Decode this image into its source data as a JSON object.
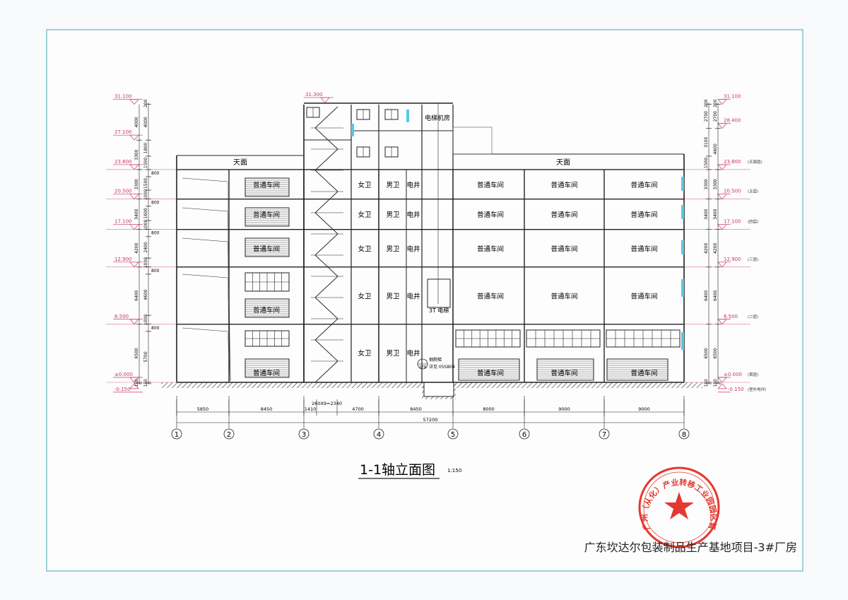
{
  "drawing": {
    "title": "1-1轴立面图",
    "scale": "1:150",
    "project_title": "广东坎达尔包装制品生产基地项目-3#厂房",
    "stamp_text": "广州（从化）产业转移工业园园区管委会",
    "roof_label": "天面",
    "elevator_room": "电梯机房",
    "elevator_label": "3T 电梯",
    "ladder_note_1": "钢爬梯",
    "ladder_note_2": "详见 05S804",
    "ladder_ref": "179",
    "colors": {
      "frame": "#3fa9b5",
      "level": "#c8385a",
      "stamp": "#e2231a",
      "glass": "#5bc6e3",
      "line": "#222222"
    }
  },
  "levels_left": [
    {
      "label": "31.100",
      "value": 31.1
    },
    {
      "label": "27.100",
      "value": 27.1
    },
    {
      "label": "23.800",
      "value": 23.8
    },
    {
      "label": "20.500",
      "value": 20.5
    },
    {
      "label": "17.100",
      "value": 17.1
    },
    {
      "label": "12.900",
      "value": 12.9
    },
    {
      "label": "6.500",
      "value": 6.5
    },
    {
      "label": "±0.000",
      "value": 0
    },
    {
      "label": "-0.150",
      "value": -0.15
    }
  ],
  "levels_right": [
    {
      "label": "31.100",
      "note": "",
      "value": 31.1
    },
    {
      "label": "28.400",
      "note": "",
      "value": 28.4
    },
    {
      "label": "23.800",
      "note": "(天面层)",
      "value": 23.8
    },
    {
      "label": "20.500",
      "note": "(五层)",
      "value": 20.5
    },
    {
      "label": "17.100",
      "note": "(四层)",
      "value": 17.1
    },
    {
      "label": "12.900",
      "note": "(三层)",
      "value": 12.9
    },
    {
      "label": "6.500",
      "note": "(二层)",
      "value": 6.5
    },
    {
      "label": "±0.000",
      "note": "(首层)",
      "value": 0
    },
    {
      "label": "-0.150",
      "note": "(室外地坪)",
      "value": -0.15
    }
  ],
  "top_level": {
    "label": "31.300",
    "value": 31.3
  },
  "dims_left_outer": [
    "150",
    "6500",
    "6400",
    "4200",
    "3400",
    "3300",
    "3300",
    "4000"
  ],
  "dims_left_inner": [
    "150",
    "5700",
    "800",
    "1000",
    "4600",
    "800",
    "1000",
    "2400",
    "800",
    "1000",
    "1600",
    "800",
    "1000",
    "1500",
    "800",
    "1500",
    "1800",
    "4000",
    "200"
  ],
  "dims_right_inner": [
    "150",
    "6500",
    "6400",
    "4200",
    "3400",
    "3300",
    "1500",
    "3100",
    "2700",
    "200"
  ],
  "dims_right_outer": [
    "150",
    "6500",
    "6400",
    "4200",
    "3400",
    "3300",
    "4600",
    "2700",
    "200"
  ],
  "dims_horizontal": [
    "5850",
    "8450",
    "1410",
    "260X9=2340",
    "4700",
    "8450",
    "8000",
    "9000",
    "9000"
  ],
  "dims_total": "57200",
  "axes": [
    "1",
    "2",
    "3",
    "4",
    "5",
    "6",
    "7",
    "8"
  ],
  "rooms": [
    {
      "label": "普通车间",
      "bay": [
        2,
        3
      ],
      "floor": 5
    },
    {
      "label": "普通车间",
      "bay": [
        2,
        3
      ],
      "floor": 4
    },
    {
      "label": "普通车间",
      "bay": [
        2,
        3
      ],
      "floor": 3
    },
    {
      "label": "普通车间",
      "bay": [
        2,
        3
      ],
      "floor": 2
    },
    {
      "label": "普通车间",
      "bay": [
        2,
        3
      ],
      "floor": 1
    },
    {
      "label": "女卫",
      "bay": [
        3.95,
        4.5
      ],
      "floor": 5
    },
    {
      "label": "男卫",
      "bay": [
        4.3,
        4.7
      ],
      "floor": 5
    },
    {
      "label": "电井",
      "bay": [
        4.55,
        4.9
      ],
      "floor": 5
    },
    {
      "label": "女卫",
      "bay": [
        3.95,
        4.5
      ],
      "floor": 4
    },
    {
      "label": "男卫",
      "bay": [
        4.3,
        4.7
      ],
      "floor": 4
    },
    {
      "label": "电井",
      "bay": [
        4.55,
        4.9
      ],
      "floor": 4
    },
    {
      "label": "女卫",
      "bay": [
        3.95,
        4.5
      ],
      "floor": 3
    },
    {
      "label": "男卫",
      "bay": [
        4.3,
        4.7
      ],
      "floor": 3
    },
    {
      "label": "电井",
      "bay": [
        4.55,
        4.9
      ],
      "floor": 3
    },
    {
      "label": "女卫",
      "bay": [
        3.95,
        4.5
      ],
      "floor": 2
    },
    {
      "label": "男卫",
      "bay": [
        4.3,
        4.7
      ],
      "floor": 2
    },
    {
      "label": "电井",
      "bay": [
        4.55,
        4.9
      ],
      "floor": 2
    },
    {
      "label": "女卫",
      "bay": [
        3.95,
        4.5
      ],
      "floor": 1
    },
    {
      "label": "男卫",
      "bay": [
        4.3,
        4.7
      ],
      "floor": 1
    },
    {
      "label": "电井",
      "bay": [
        4.55,
        4.9
      ],
      "floor": 1
    },
    {
      "label": "普通车间",
      "bay": [
        5.05,
        6
      ],
      "floor": 5
    },
    {
      "label": "普通车间",
      "bay": [
        6,
        7
      ],
      "floor": 5
    },
    {
      "label": "普通车间",
      "bay": [
        7,
        8
      ],
      "floor": 5
    },
    {
      "label": "普通车间",
      "bay": [
        5.05,
        6
      ],
      "floor": 4
    },
    {
      "label": "普通车间",
      "bay": [
        6,
        7
      ],
      "floor": 4
    },
    {
      "label": "普通车间",
      "bay": [
        7,
        8
      ],
      "floor": 4
    },
    {
      "label": "普通车间",
      "bay": [
        5.05,
        6
      ],
      "floor": 3
    },
    {
      "label": "普通车间",
      "bay": [
        6,
        7
      ],
      "floor": 3
    },
    {
      "label": "普通车间",
      "bay": [
        7,
        8
      ],
      "floor": 3
    },
    {
      "label": "普通车间",
      "bay": [
        5.05,
        6
      ],
      "floor": 2
    },
    {
      "label": "普通车间",
      "bay": [
        6,
        7
      ],
      "floor": 2
    },
    {
      "label": "普通车间",
      "bay": [
        7,
        8
      ],
      "floor": 2
    },
    {
      "label": "普通车间",
      "bay": [
        5.05,
        6
      ],
      "floor": 1
    },
    {
      "label": "普通车间",
      "bay": [
        6,
        7
      ],
      "floor": 1
    },
    {
      "label": "普通车间",
      "bay": [
        7,
        8
      ],
      "floor": 1
    }
  ]
}
